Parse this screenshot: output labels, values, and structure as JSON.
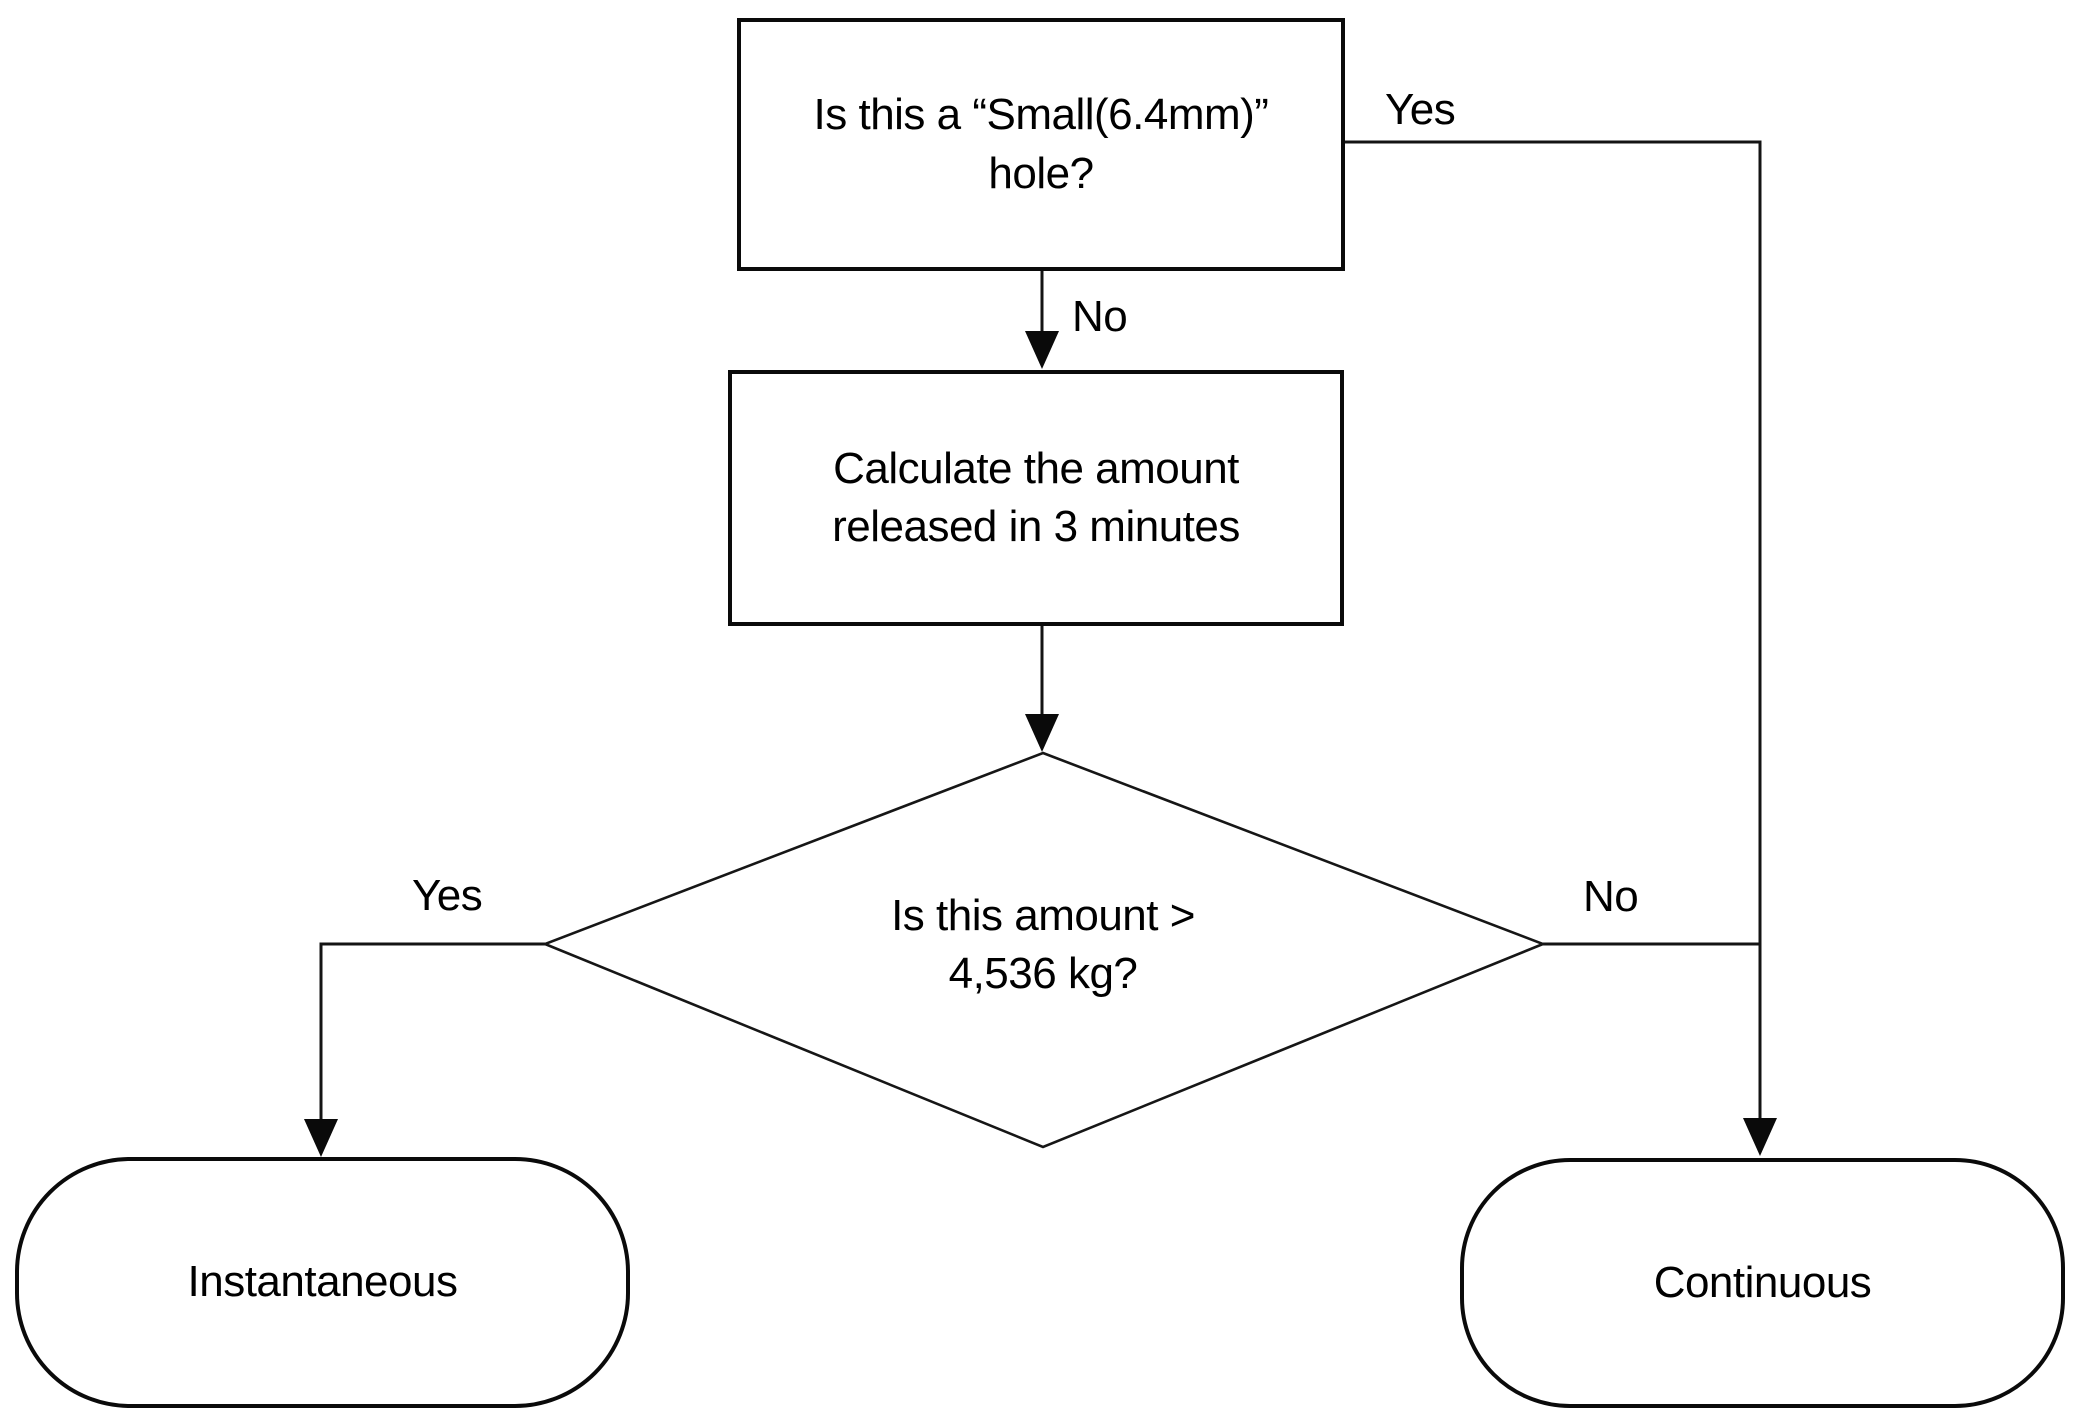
{
  "colors": {
    "stroke": "#141414",
    "node_border": "#0a0a0a",
    "text": "#000000",
    "background": "#ffffff"
  },
  "nodes": {
    "q_small_hole": {
      "line1": "Is this a “Small(6.4mm)”",
      "line2": "hole?"
    },
    "calc_3min": {
      "line1": "Calculate the amount",
      "line2": "released in 3 minutes"
    },
    "q_amount": {
      "line1": "Is this amount >",
      "line2": "4,536 kg?"
    },
    "instantaneous": {
      "label": "Instantaneous"
    },
    "continuous": {
      "label": "Continuous"
    }
  },
  "edge_labels": {
    "top_yes": "Yes",
    "top_no": "No",
    "decision_yes": "Yes",
    "decision_no": "No"
  }
}
